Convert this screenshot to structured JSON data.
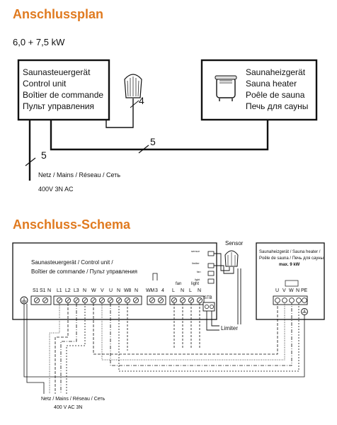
{
  "plan": {
    "title": "Anschlussplan",
    "power": "6,0 + 7,5 kW",
    "control_unit_lines": [
      "Saunasteuergerät",
      "Control unit",
      "Boîtier de commande",
      "Пульт управления"
    ],
    "heater_lines": [
      "Saunaheizgerät",
      "Sauna heater",
      "Poêle de sauna",
      "Печь для сауны"
    ],
    "cable_sensor": "4",
    "cable_heater": "5",
    "cable_mains": "5",
    "mains_label": "Netz / Mains / Réseau / Сеть",
    "mains_spec": "400V 3N AC"
  },
  "schema": {
    "title": "Anschluss-Schema",
    "sensor_label": "Sensor",
    "control_unit_line1": "Saunasteuergerät / Control unit /",
    "control_unit_line2": "Boîtier de commande / Пульт управления",
    "main_terminals": [
      "S1",
      "S1",
      "N",
      "L1",
      "L2",
      "L3",
      "N",
      "W",
      "V",
      "U",
      "N",
      "W8",
      "N"
    ],
    "wm_label": "WM",
    "wm_terminals": [
      "3",
      "4"
    ],
    "fan_label": "fan",
    "light_label": "light",
    "fanlight_terminals": [
      "L",
      "N",
      "L",
      "N"
    ],
    "stb_label": "STB",
    "limiter_label": "Limiter",
    "side_labels": [
      "sensor",
      "limiter",
      "fan",
      "light"
    ],
    "heater_line1": "Saunaheizgerät / Sauna heater /",
    "heater_line2": "Poêle de sauna / Печь для сауны",
    "heater_max": "max. 9 kW",
    "heater_terminals": [
      "U",
      "V",
      "W",
      "N",
      "PE"
    ],
    "mains_label": "Netz / Mains / Réseau / Сеть",
    "mains_spec": "400 V AC 3N"
  },
  "colors": {
    "accent": "#e07a1f",
    "line": "#111111"
  }
}
